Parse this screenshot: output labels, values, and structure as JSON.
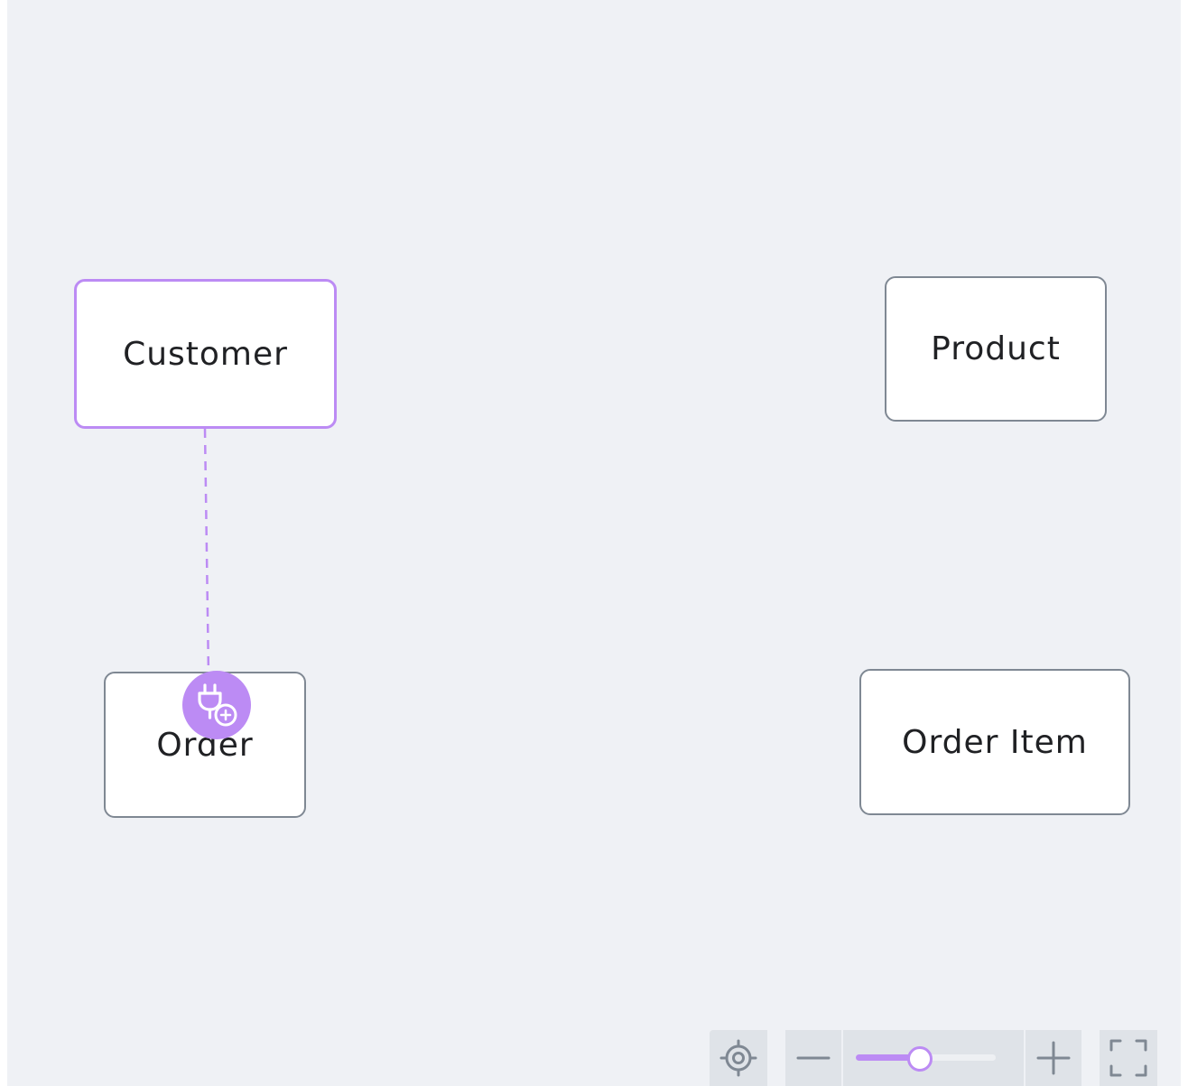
{
  "diagram": {
    "nodes": [
      {
        "id": "customer",
        "label": "Customer",
        "selected": true
      },
      {
        "id": "product",
        "label": "Product",
        "selected": false
      },
      {
        "id": "order",
        "label": "Order",
        "selected": false
      },
      {
        "id": "order_item",
        "label": "Order Item",
        "selected": false
      }
    ],
    "pending_connection": {
      "from": "customer",
      "to": "order",
      "style": "dashed"
    }
  },
  "toolbar": {
    "fit_icon": "crosshair-target-icon",
    "zoom_out_icon": "minus-icon",
    "zoom_in_icon": "plus-icon",
    "fullscreen_icon": "fullscreen-corners-icon",
    "zoom_level": 0.45
  },
  "colors": {
    "canvas_bg": "#eff1f5",
    "accent": "#bc8bf4",
    "node_border": "#7f8893",
    "node_text": "#202124",
    "toolbar_bg": "#dfe3e8",
    "icon": "#7f8893"
  }
}
